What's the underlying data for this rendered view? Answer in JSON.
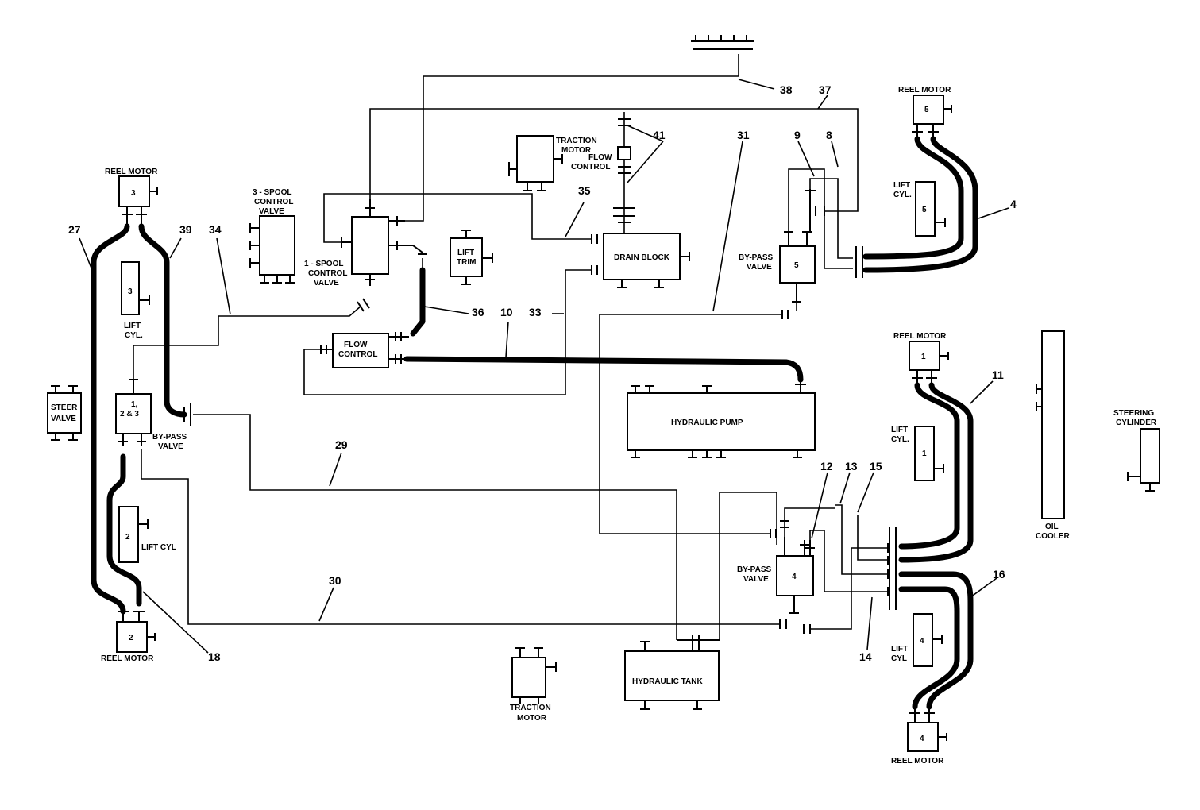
{
  "components": {
    "reel_motor_label": "REEL MOTOR",
    "reel_motor_numbers": [
      "1",
      "2",
      "3",
      "4",
      "5"
    ],
    "lift_cyl_labels": {
      "lift_cyl_3": [
        "3",
        "LIFT",
        "CYL."
      ],
      "lift_cyl_5": [
        "LIFT",
        "CYL.",
        "5"
      ],
      "lift_cyl_1": [
        "LIFT",
        "CYL.",
        "1"
      ],
      "lift_cyl_4": [
        "4",
        "LIFT",
        "CYL"
      ],
      "lift_cyl_2": [
        "2",
        "LIFT CYL"
      ]
    },
    "steer_valve": [
      "STEER",
      "VALVE"
    ],
    "bypass_valve_123": [
      "1,",
      "2 & 3",
      "BY-PASS",
      "VALVE"
    ],
    "spool3": [
      "3 - SPOOL",
      "CONTROL",
      "VALVE"
    ],
    "spool1": [
      "1 - SPOOL",
      "CONTROL",
      "VALVE"
    ],
    "traction_motor_top": [
      "TRACTION",
      "MOTOR"
    ],
    "traction_motor_bottom": [
      "TRACTION",
      "MOTOR"
    ],
    "flow_control_top": [
      "FLOW",
      "CONTROL"
    ],
    "flow_control_mid": [
      "FLOW",
      "CONTROL"
    ],
    "lift_trim": [
      "LIFT",
      "TRIM"
    ],
    "drain_block": "DRAIN BLOCK",
    "bypass_valve_5": [
      "BY-PASS",
      "VALVE",
      "5"
    ],
    "bypass_valve_4": [
      "BY-PASS",
      "VALVE",
      "4"
    ],
    "hydraulic_pump": "HYDRAULIC PUMP",
    "hydraulic_tank": "HYDRAULIC TANK",
    "oil_cooler": [
      "OIL",
      "COOLER"
    ],
    "steering_cylinder": [
      "STEERING",
      "CYLINDER"
    ]
  },
  "callouts": [
    "38",
    "37",
    "41",
    "31",
    "9",
    "8",
    "35",
    "4",
    "27",
    "39",
    "34",
    "36",
    "10",
    "33",
    "11",
    "29",
    "12",
    "13",
    "15",
    "30",
    "16",
    "14",
    "18"
  ]
}
